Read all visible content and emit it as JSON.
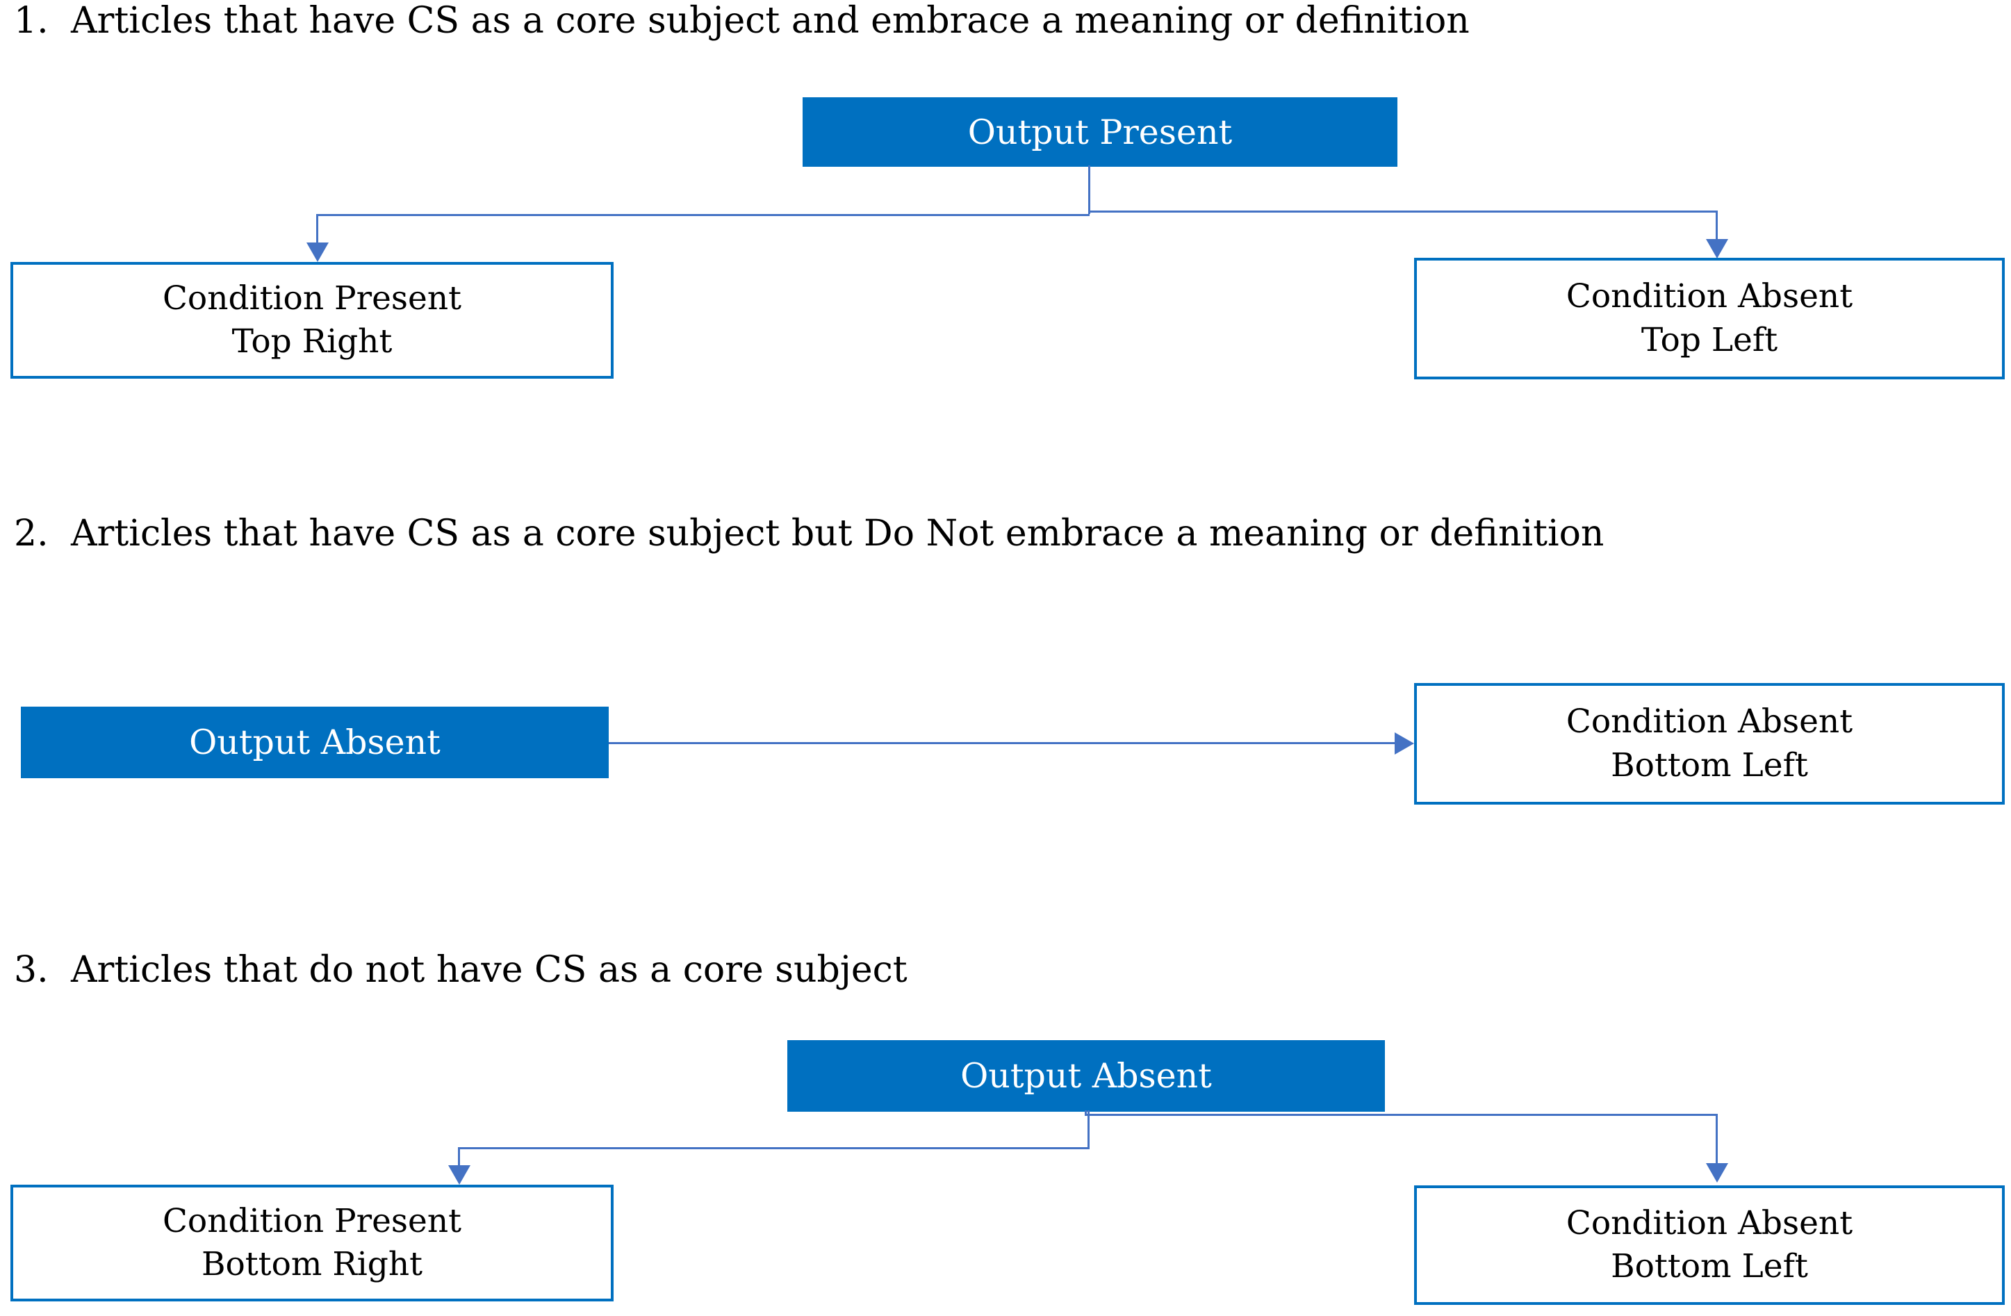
{
  "figure": {
    "colors": {
      "background": "#FFFFFF",
      "output_box_fill": "#0070C0",
      "output_box_text": "#FFFFFF",
      "condition_box_border": "#0070C0",
      "condition_box_text": "#000000",
      "connector": "#4472C4",
      "heading_text": "#000000"
    },
    "sections": [
      {
        "number": "1.",
        "heading": "Articles that have CS as a core subject and embrace a meaning or definition",
        "output_box": {
          "label": "Output Present"
        },
        "left_box": {
          "line1": "Condition Present",
          "line2": "Top Right"
        },
        "right_box": {
          "line1": "Condition Absent",
          "line2": "Top Left"
        }
      },
      {
        "number": "2.",
        "heading": "Articles that have CS as a core subject but Do Not embrace a meaning or definition",
        "output_box": {
          "label": "Output Absent"
        },
        "right_box": {
          "line1": "Condition Absent",
          "line2": "Bottom Left"
        }
      },
      {
        "number": "3.",
        "heading": "Articles that do not have CS as a core subject",
        "output_box": {
          "label": "Output Absent"
        },
        "left_box": {
          "line1": "Condition Present",
          "line2": "Bottom Right"
        },
        "right_box": {
          "line1": "Condition Absent",
          "line2": "Bottom Left"
        }
      }
    ]
  }
}
